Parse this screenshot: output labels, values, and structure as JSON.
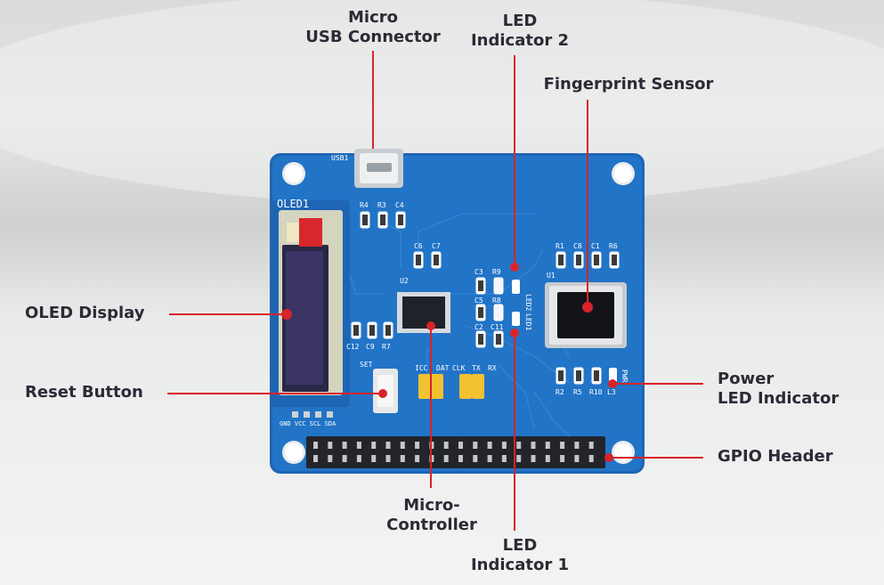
{
  "labels": {
    "usb": "Micro\nUSB Connector",
    "led2": "LED\nIndicator 2",
    "fingerprint": "Fingerprint Sensor",
    "oled": "OLED Display",
    "reset": "Reset Button",
    "power": "Power\nLED Indicator",
    "gpio": "GPIO Header",
    "micro": "Micro-\nController",
    "led1": "LED\nIndicator 1"
  },
  "board_text": {
    "oled1": "OLED1",
    "usb1": "USB1",
    "r4": "R4",
    "r3": "R3",
    "c4": "C4",
    "c6": "C6",
    "c7": "C7",
    "u2": "U2",
    "c3": "C3",
    "r9": "R9",
    "led2": "LED2",
    "c5": "C5",
    "r8": "R8",
    "led1": "LED1",
    "c2": "C2",
    "c11": "C11",
    "c12": "C12",
    "c9": "C9",
    "r7": "R7",
    "u1": "U1",
    "r1": "R1",
    "c8": "C8",
    "c1": "C1",
    "r6": "R6",
    "r2": "R2",
    "r5": "R5",
    "r10": "R10",
    "l3": "L3",
    "pwr": "PWR",
    "icc": "ICC",
    "dat": "DAT",
    "clk": "CLK",
    "tx": "TX",
    "rx": "RX",
    "set": "SET",
    "oled_pins": "GND VCC SCL SDA"
  },
  "colors": {
    "board": "#1f6fc2",
    "label_text": "#2b2b36",
    "marker": "#d8232a",
    "jumper": "#f2c230",
    "oled_glass": "#2a2745"
  }
}
